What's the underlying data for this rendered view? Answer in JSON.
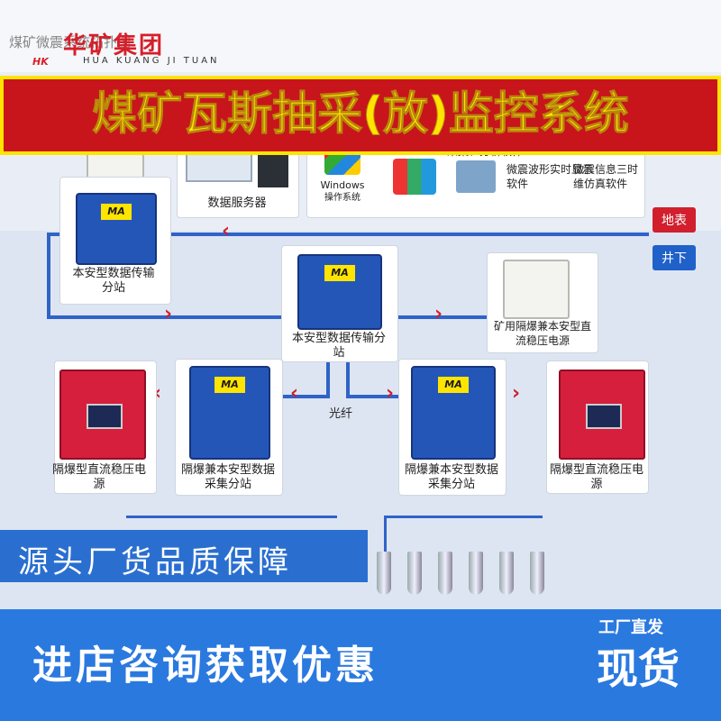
{
  "header": {
    "faint_text": "煤矿微震系统拓扑图",
    "logo_hk": "HK",
    "logo_name": "华矿集团",
    "logo_pinyin": "HUA KUANG JI TUAN"
  },
  "title": "煤矿瓦斯抽采(放)监控系统",
  "top_panel": {
    "server_label": "数据服务器",
    "windows_label": "Windows",
    "windows_sub": "操作系统",
    "software_1": "采集、分析软件",
    "software_2": "微震波形实时显示软件",
    "software_3": "微震信息三时维仿真软件"
  },
  "zones": {
    "surface": "地表",
    "underground": "井下"
  },
  "devices": {
    "left_station": "本安型数据传输分站",
    "center_station": "本安型数据传输分站",
    "right_power": "矿用隔爆兼本安型直流稳压电源",
    "left_power": "隔爆型直流稳压电源",
    "left_collector": "隔爆兼本安型数据采集分站",
    "right_collector": "隔爆兼本安型数据采集分站",
    "right_power2": "隔爆型直流稳压电源",
    "fiber": "光纤",
    "ma": "MA"
  },
  "banners": {
    "quality": "源头厂货品质保障",
    "consult": "进店咨询获取优惠",
    "factory_direct": "工厂直发",
    "in_stock": "现货"
  },
  "colors": {
    "accent_red": "#c8151c",
    "title_yellow": "#ffe400",
    "blue": "#2a79df"
  }
}
